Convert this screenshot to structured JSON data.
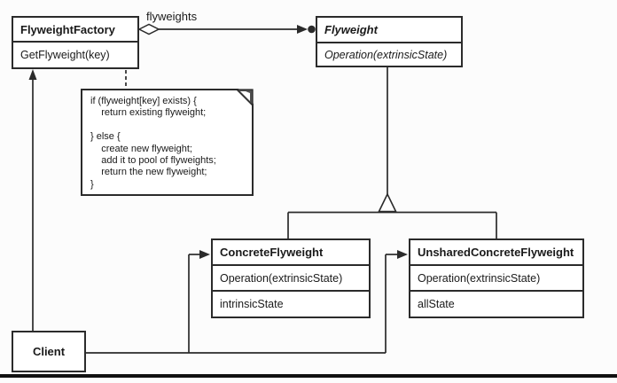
{
  "diagram_type": "uml-class-diagram",
  "pattern": "Flyweight structure",
  "classes": {
    "flyweight_factory": {
      "name": "FlyweightFactory",
      "operations": [
        "GetFlyweight(key)"
      ]
    },
    "flyweight": {
      "name": "Flyweight",
      "abstract": true,
      "operations": [
        "Operation(extrinsicState)"
      ]
    },
    "concrete_flyweight": {
      "name": "ConcreteFlyweight",
      "operations": [
        "Operation(extrinsicState)"
      ],
      "attributes": [
        "intrinsicState"
      ]
    },
    "unshared_concrete_flyweight": {
      "name": "UnsharedConcreteFlyweight",
      "operations": [
        "Operation(extrinsicState)"
      ],
      "attributes": [
        "allState"
      ]
    },
    "client": {
      "name": "Client"
    }
  },
  "relationships": {
    "aggregation_label": "flyweights"
  },
  "note": {
    "text": "if (flyweight[key] exists) {\n    return existing flyweight;\n\n} else {\n    create new flyweight;\n    add it to pool of flyweights;\n    return the new flyweight;\n}"
  },
  "colors": {
    "line": "#2b2b2b",
    "background": "#fcfcfc",
    "box_fill": "#ffffff",
    "note_fold": "#4f4f4f"
  }
}
